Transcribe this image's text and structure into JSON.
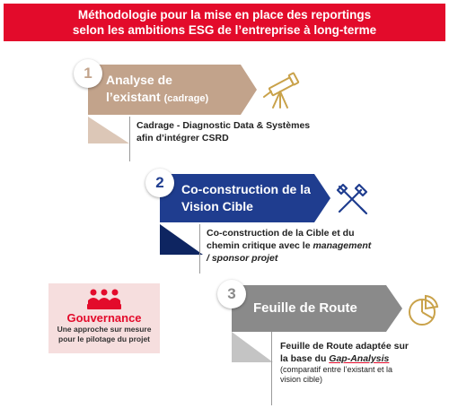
{
  "header": {
    "line1": "Méthodologie pour la mise en place des reportings",
    "line2": "selon les ambitions ESG de l’entreprise à long-terme"
  },
  "colors": {
    "brand_red": "#e30b2b",
    "stage1": "#c2a38b",
    "stage1_shadow": "#dcc7b7",
    "stage2": "#1f3d8f",
    "stage2_shadow": "#0e2561",
    "stage3": "#8a8a8a",
    "stage3_shadow": "#c4c4c4"
  },
  "stages": [
    {
      "number": "1",
      "title_line1": "Analyse de",
      "title_line2": "l’existant",
      "title_small": "(cadrage)",
      "icon": "telescope-icon",
      "desc_line1": "Cadrage - Diagnostic Data & Systèmes",
      "desc_line2": "afin d’intégrer CSRD"
    },
    {
      "number": "2",
      "title_line1": "Co-construction de la",
      "title_line2": "Vision Cible",
      "icon": "tools-icon",
      "desc_line1": "Co-construction de la Cible et du",
      "desc_line2a": "chemin critique avec le ",
      "desc_line2b": "management",
      "desc_line3": "/ sponsor projet"
    },
    {
      "number": "3",
      "title_line1": "Feuille de Route",
      "icon": "pie-chart-icon",
      "desc_line1": "Feuille de Route adaptée sur",
      "desc_line2a": "la base du ",
      "desc_line2b": "Gap-Analysis",
      "desc_note1": "(comparatif entre l’existant et la",
      "desc_note2": "vision cible)"
    }
  ],
  "governance": {
    "icon": "team-icon",
    "title": "Gouvernance",
    "sub1": "Une approche sur mesure",
    "sub2": "pour le pilotage du projet"
  }
}
